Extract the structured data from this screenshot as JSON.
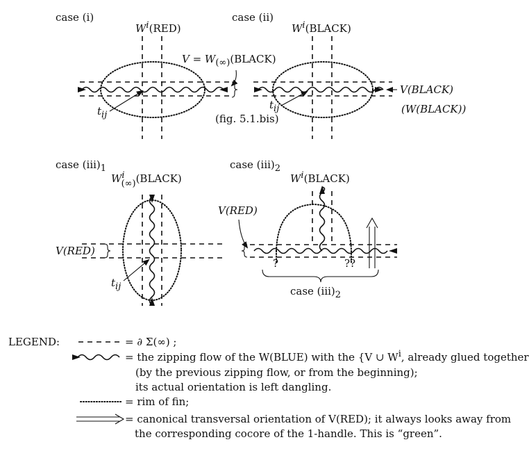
{
  "cases": {
    "c1": {
      "title": "case (i)",
      "w_label_base": "W",
      "w_label_sup": "i",
      "w_label_tail": "(RED)",
      "v_label": "V = W",
      "v_label_sub": "(∞)",
      "v_label_tail": "(BLACK)",
      "t_label": "t",
      "t_sub": "ij"
    },
    "c2": {
      "title": "case (ii)",
      "w_label_base": "W",
      "w_label_sup": "i",
      "w_label_tail": "(BLACK)",
      "v_label": "V(BLACK)",
      "w_black": "(W(BLACK))",
      "fig_ref": "(fig. 5.1.bis)",
      "t_label": "t",
      "t_sub": "ij"
    },
    "c31": {
      "title": "case (iii)",
      "title_sub": "1",
      "w_label_base": "W",
      "w_label_sup": "i",
      "w_label_sub": "(∞)",
      "w_label_tail": "(BLACK)",
      "v_label": "V(RED)",
      "t_label": "t",
      "t_sub": "ij"
    },
    "c32": {
      "title": "case (iii)",
      "title_sub": "2",
      "w_label_base": "W",
      "w_label_sup": "i",
      "w_label_tail": "(BLACK)",
      "v_label": "V(RED)",
      "q1": "?",
      "q2": "??",
      "brace_label": "case (iii)",
      "brace_sub": "2"
    }
  },
  "legend": {
    "title": "LEGEND:",
    "dash_text": "= ∂ Σ(∞) ;",
    "wave_line1": "= the zipping flow of the W(BLUE) with the {V ∪ W",
    "wave_line1_sup": "i",
    "wave_line1_tail": ", already glued together",
    "wave_line2": "(by the previous zipping flow, or from the beginning);",
    "wave_line3": "its actual orientation is left dangling.",
    "rim_text": "= rim of fin;",
    "arrow_line1": "= canonical transversal orientation of V(RED); it always looks away from",
    "arrow_line2": "the corresponding cocore of the 1-handle. This is “green”."
  }
}
